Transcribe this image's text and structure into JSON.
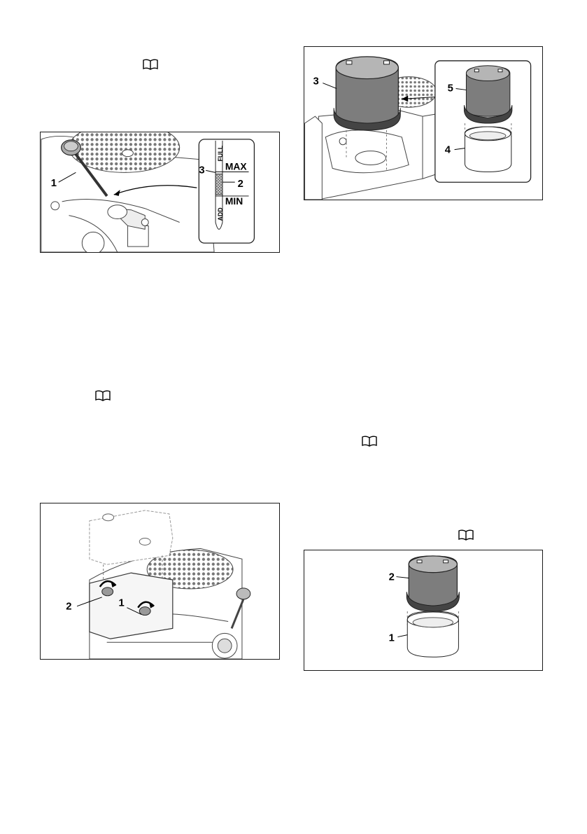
{
  "figure_dipstick": {
    "callouts": [
      "1",
      "2",
      "3"
    ],
    "gauge": {
      "full": "FULL",
      "max": "MAX",
      "min": "MIN",
      "add": "ADD"
    }
  },
  "figure_cover": {
    "callouts": [
      "1",
      "2"
    ]
  },
  "figure_filter_assembly": {
    "callouts": [
      "3",
      "4",
      "5"
    ]
  },
  "figure_filter_parts": {
    "callouts": [
      "1",
      "2"
    ]
  },
  "icons": [
    "book-icon",
    "book-icon",
    "book-icon",
    "book-icon"
  ]
}
